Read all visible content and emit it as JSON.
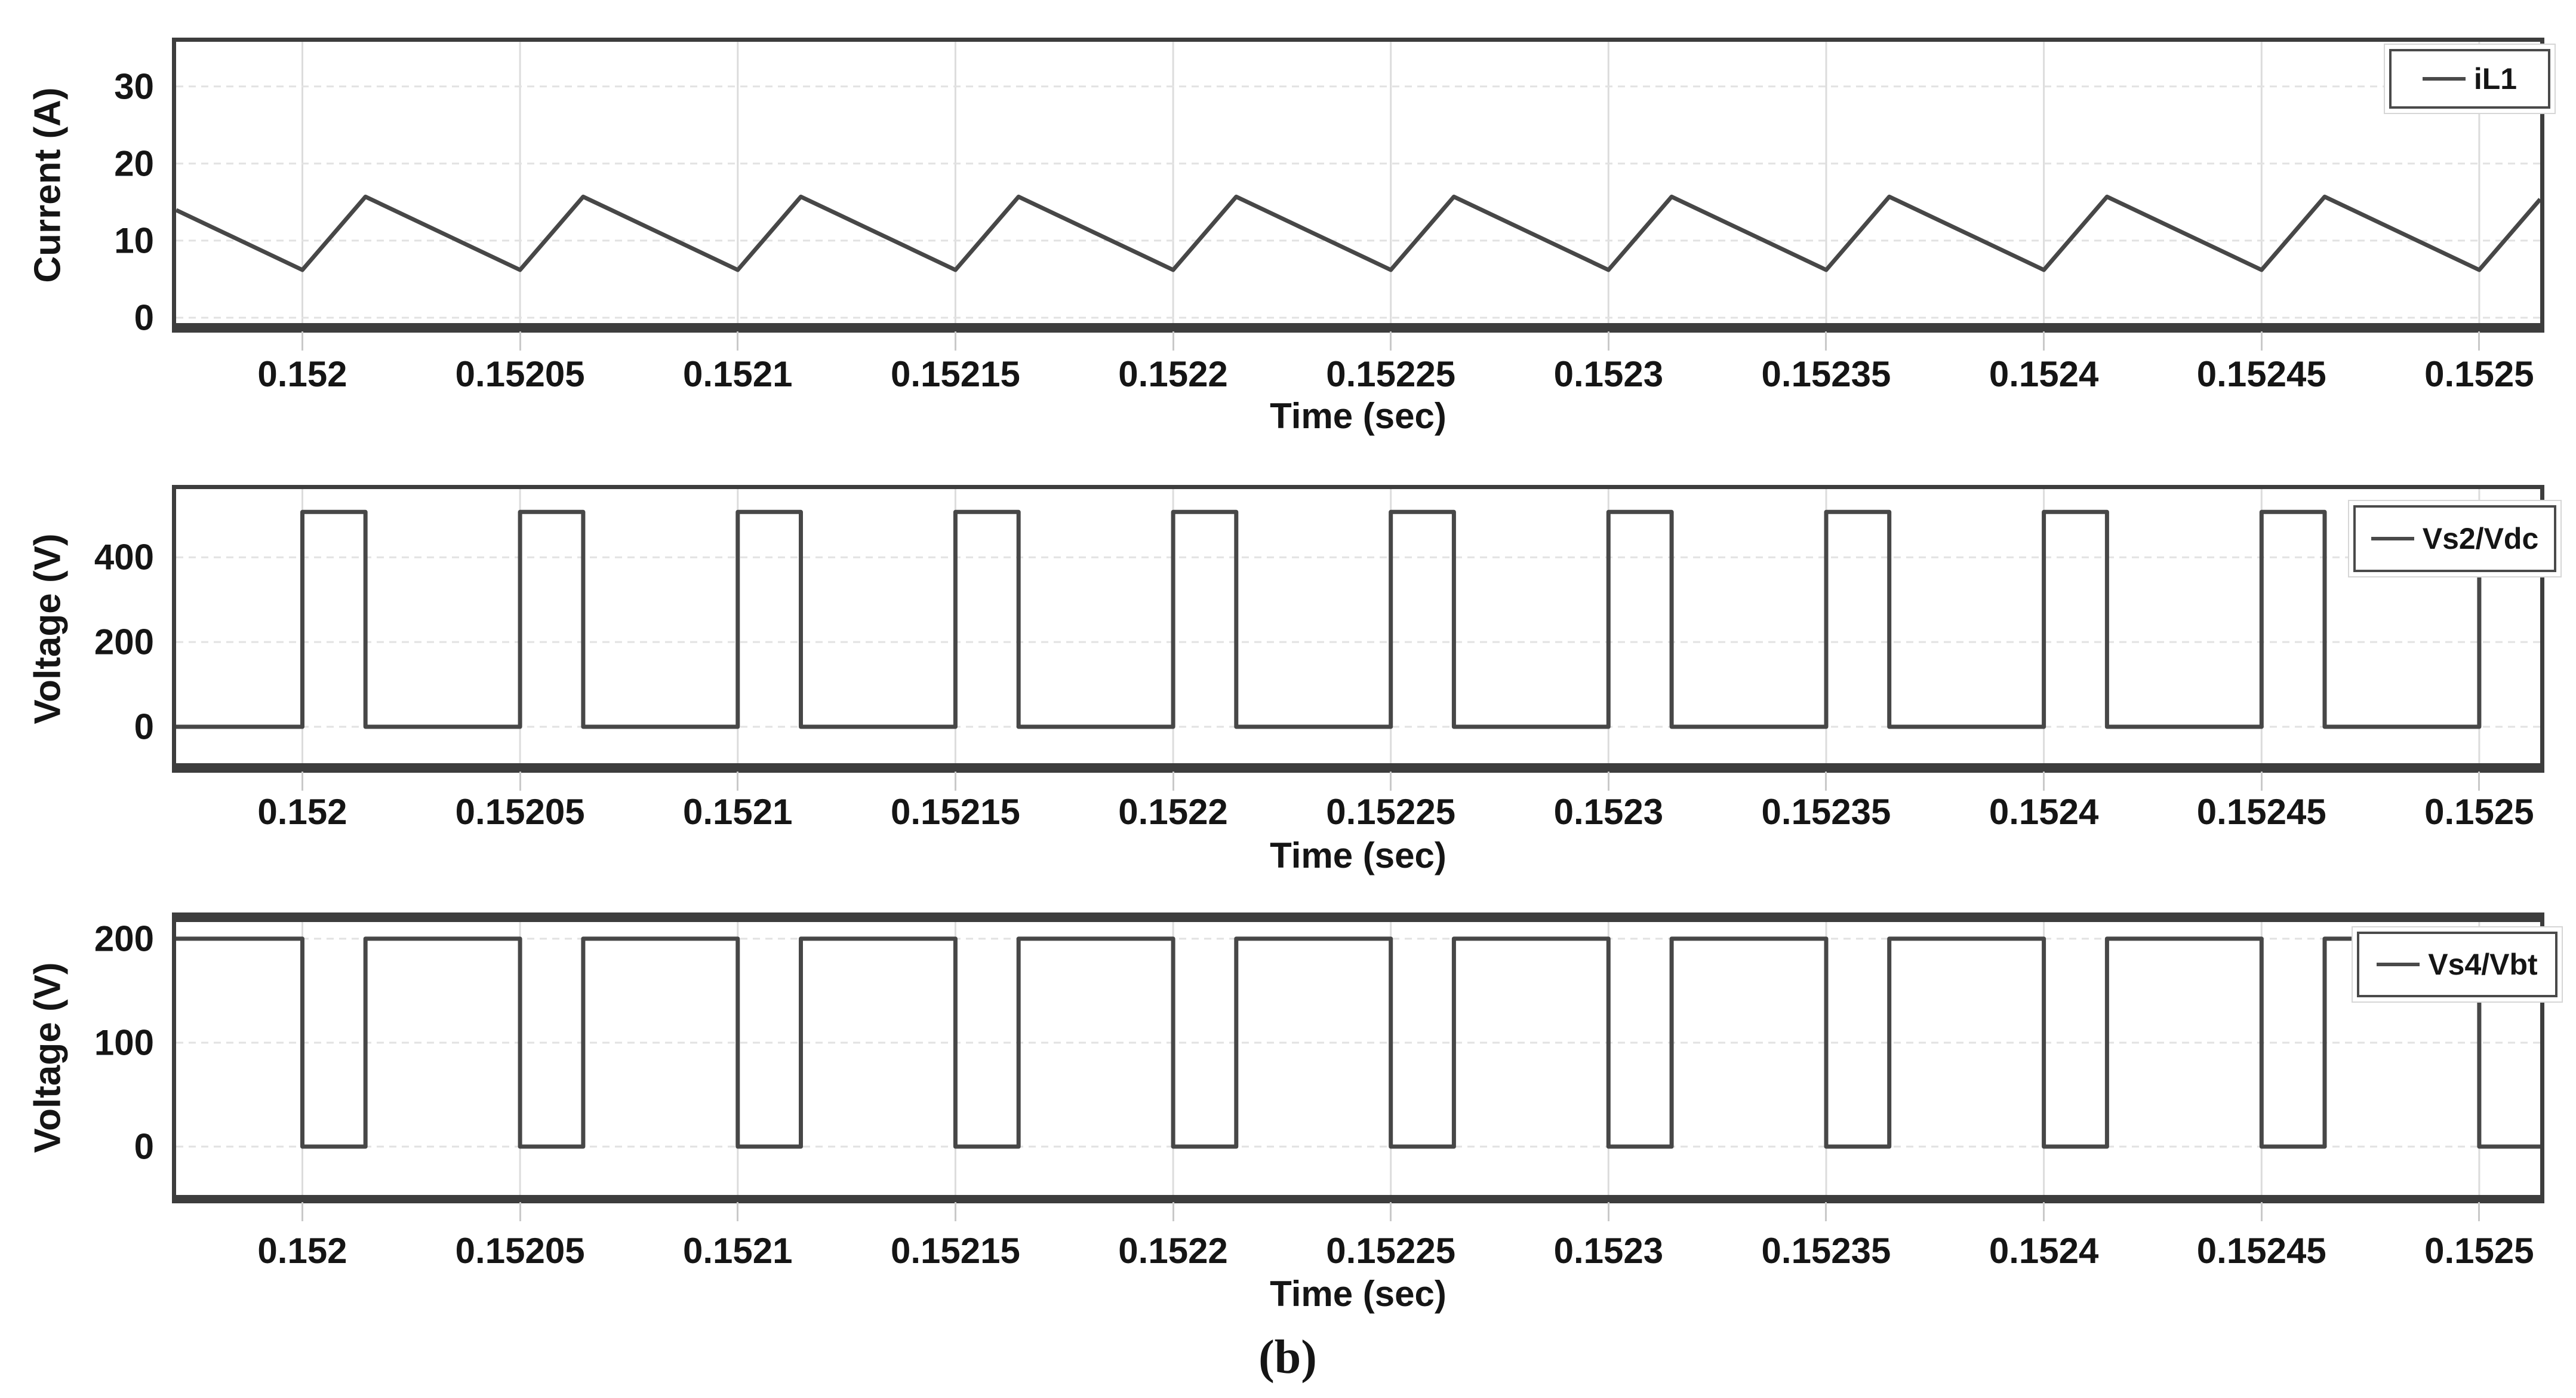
{
  "figure": {
    "caption": "(b)",
    "background": "#ffffff"
  },
  "styles": {
    "line_color": "#474747",
    "grid_color_h": "#e2e2e2",
    "grid_color_v": "#dcdcdc",
    "border_color": "#3d3d3d",
    "text_color": "#151515"
  },
  "chart_data": [
    {
      "id": "il1",
      "type": "line",
      "title": "",
      "ylabel": "Current (A)",
      "xlabel": "Time (sec)",
      "legend": [
        "iL1"
      ],
      "legend_position": "top-right",
      "grid": true,
      "xlim": [
        0.151971,
        0.152514
      ],
      "ylim": [
        -0.7,
        35.8
      ],
      "xticks": {
        "values": [
          0.152,
          0.15205,
          0.1521,
          0.15215,
          0.1522,
          0.15225,
          0.1523,
          0.15235,
          0.1524,
          0.15245,
          0.1525
        ],
        "labels": [
          "0.152",
          "0.15205",
          "0.1521",
          "0.15215",
          "0.1522",
          "0.15225",
          "0.1523",
          "0.15235",
          "0.1524",
          "0.15245",
          "0.1525"
        ]
      },
      "yticks": {
        "values": [
          0,
          10,
          20,
          30
        ],
        "labels": [
          "0",
          "10",
          "20",
          "30"
        ]
      },
      "series": [
        {
          "name": "iL1",
          "waveform": "triangle",
          "period": 5e-05,
          "phase_start": 0.152,
          "duty_rise": 0.29,
          "min": 6.2,
          "max": 15.7,
          "unit": "A"
        }
      ]
    },
    {
      "id": "vs2",
      "type": "line",
      "title": "",
      "ylabel": "Voltage (V)",
      "xlabel": "Time (sec)",
      "legend": [
        "Vs2/Vdc"
      ],
      "legend_position": "top-right",
      "grid": true,
      "xlim": [
        0.151971,
        0.152514
      ],
      "ylim": [
        -86,
        561
      ],
      "xticks": {
        "values": [
          0.152,
          0.15205,
          0.1521,
          0.15215,
          0.1522,
          0.15225,
          0.1523,
          0.15235,
          0.1524,
          0.15245,
          0.1525
        ],
        "labels": [
          "0.152",
          "0.15205",
          "0.1521",
          "0.15215",
          "0.1522",
          "0.15225",
          "0.1523",
          "0.15235",
          "0.1524",
          "0.15245",
          "0.1525"
        ]
      },
      "yticks": {
        "values": [
          0,
          200,
          400
        ],
        "labels": [
          "0",
          "200",
          "400"
        ]
      },
      "series": [
        {
          "name": "Vs2/Vdc",
          "waveform": "pulse",
          "period": 5e-05,
          "phase_start": 0.152,
          "duty_high": 0.29,
          "low": 0,
          "high": 507,
          "unit": "V"
        }
      ]
    },
    {
      "id": "vs4",
      "type": "line",
      "title": "",
      "ylabel": "Voltage (V)",
      "xlabel": "Time (sec)",
      "legend": [
        "Vs4/Vbt"
      ],
      "legend_position": "top-right",
      "grid": true,
      "xlim": [
        0.151971,
        0.152514
      ],
      "ylim": [
        -46.5,
        216
      ],
      "xticks": {
        "values": [
          0.152,
          0.15205,
          0.1521,
          0.15215,
          0.1522,
          0.15225,
          0.1523,
          0.15235,
          0.1524,
          0.15245,
          0.1525
        ],
        "labels": [
          "0.152",
          "0.15205",
          "0.1521",
          "0.15215",
          "0.1522",
          "0.15225",
          "0.1523",
          "0.15235",
          "0.1524",
          "0.15245",
          "0.1525"
        ]
      },
      "yticks": {
        "values": [
          0,
          100,
          200
        ],
        "labels": [
          "0",
          "100",
          "200"
        ]
      },
      "series": [
        {
          "name": "Vs4/Vbt",
          "waveform": "notch",
          "period": 5e-05,
          "phase_start": 0.152,
          "duty_low": 0.29,
          "low": 0,
          "high": 200,
          "unit": "V"
        }
      ]
    }
  ]
}
